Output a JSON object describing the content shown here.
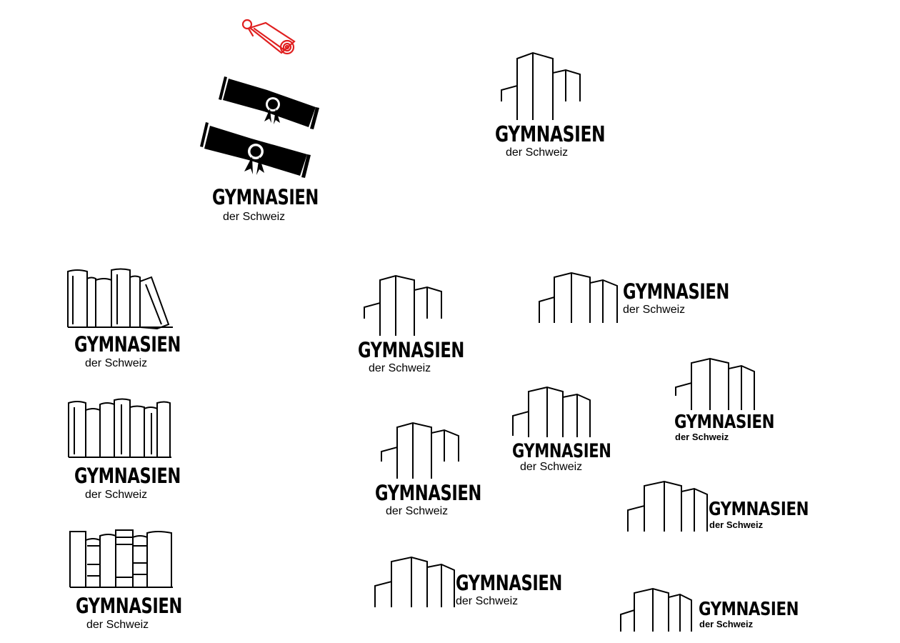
{
  "brand": {
    "name": "GYMNASIEN",
    "tagline": "der Schweiz"
  },
  "colors": {
    "ink": "#000000",
    "accent": "#e02020",
    "background": "#ffffff"
  },
  "logos": [
    {
      "icon": "diploma-scrolls-icon",
      "layout": "stacked"
    },
    {
      "icon": "building-icon",
      "layout": "stacked"
    },
    {
      "icon": "books-icon",
      "layout": "stacked"
    },
    {
      "icon": "books-icon",
      "layout": "stacked"
    },
    {
      "icon": "books-icon",
      "layout": "stacked"
    },
    {
      "icon": "building-icon",
      "layout": "stacked"
    },
    {
      "icon": "building-icon",
      "layout": "inline"
    },
    {
      "icon": "building-icon",
      "layout": "stacked"
    },
    {
      "icon": "building-icon",
      "layout": "stacked"
    },
    {
      "icon": "building-icon",
      "layout": "stacked"
    },
    {
      "icon": "building-icon",
      "layout": "inline"
    },
    {
      "icon": "building-icon",
      "layout": "inline"
    },
    {
      "icon": "building-icon",
      "layout": "inline"
    }
  ],
  "extras": [
    {
      "icon": "rolled-scroll-icon",
      "color": "accent"
    }
  ]
}
